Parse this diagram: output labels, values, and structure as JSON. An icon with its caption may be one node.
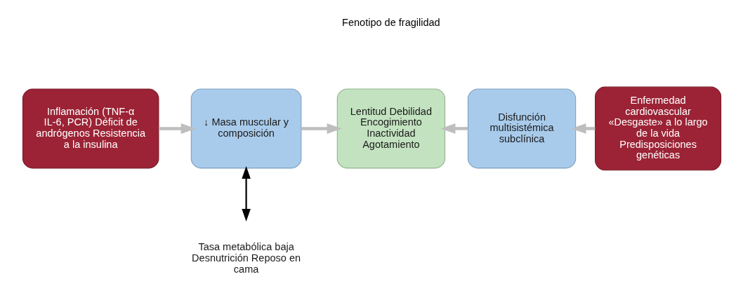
{
  "diagram": {
    "nodes": [
      {
        "text": [
          "Inflamación (TNF-α IL-6, PCR) Déficit de andrógenos Resistencia a la insulina"
        ]
      },
      {
        "text": [
          "↓ Masa muscular y composición"
        ]
      },
      {
        "text": [
          "Lentitud Debilidad Encogimiento Inactividad Agotamiento"
        ]
      },
      {
        "text": [
          "Disfunción multisistémica subclínica"
        ]
      },
      {
        "text": [
          "Enfermedad cardiovascular «Desgaste» a lo largo de la vida Predisposiciones genéticas"
        ]
      },
      {
        "text": [
          "Tasa metabólica baja Desnutrición Reposo en cama"
        ]
      }
    ],
    "edges": [
      {
        "from": 0,
        "to": 1,
        "arrow": "to"
      },
      {
        "from": 1,
        "to": 2,
        "arrow": "to"
      },
      {
        "from": 4,
        "to": 3,
        "arrow": "to"
      },
      {
        "from": 3,
        "to": 2,
        "arrow": "to"
      },
      {
        "from": 5,
        "to": 1,
        "arrow": "both",
        "color": "#000000"
      }
    ],
    "labels": [
      "Fenotipo de fragilidad"
    ]
  }
}
